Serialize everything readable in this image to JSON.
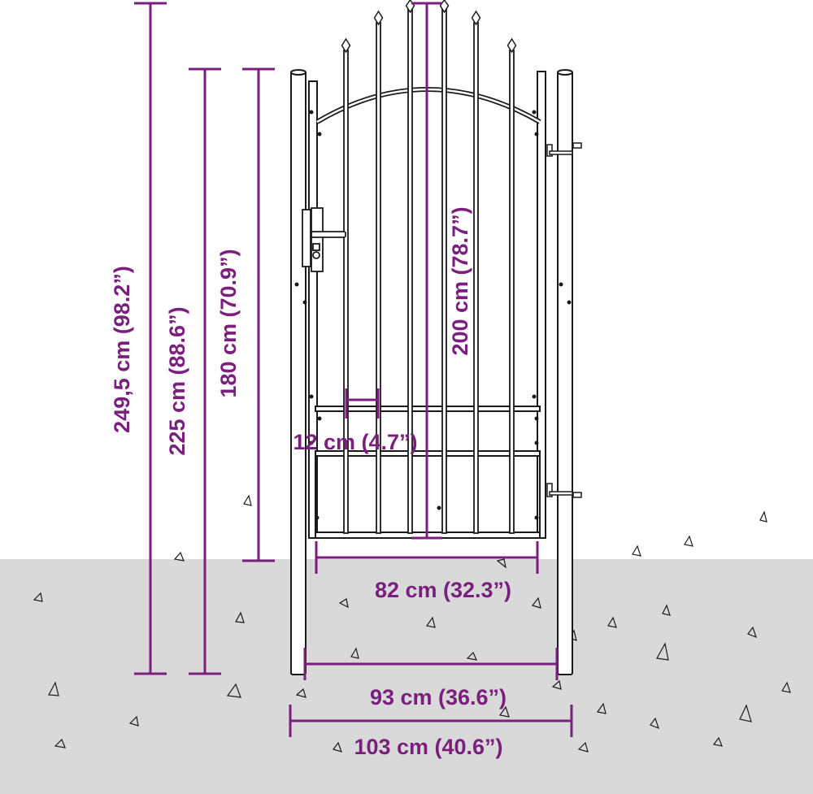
{
  "colors": {
    "dimension": "#7a1f7d",
    "ground": "#d9d9d9",
    "outline": "#1a1a1a",
    "background": "#ffffff"
  },
  "dimensions": {
    "total_height": "249,5 cm (98.2”)",
    "post_height": "225 cm (88.6”)",
    "side_height": "180 cm (70.9”)",
    "gate_height": "200 cm (78.7”)",
    "bar_spacing": "12 cm (4.7”)",
    "gate_width": "82 cm (32.3”)",
    "post_width": "93 cm (36.6”)",
    "total_width": "103 cm (40.6”)"
  }
}
